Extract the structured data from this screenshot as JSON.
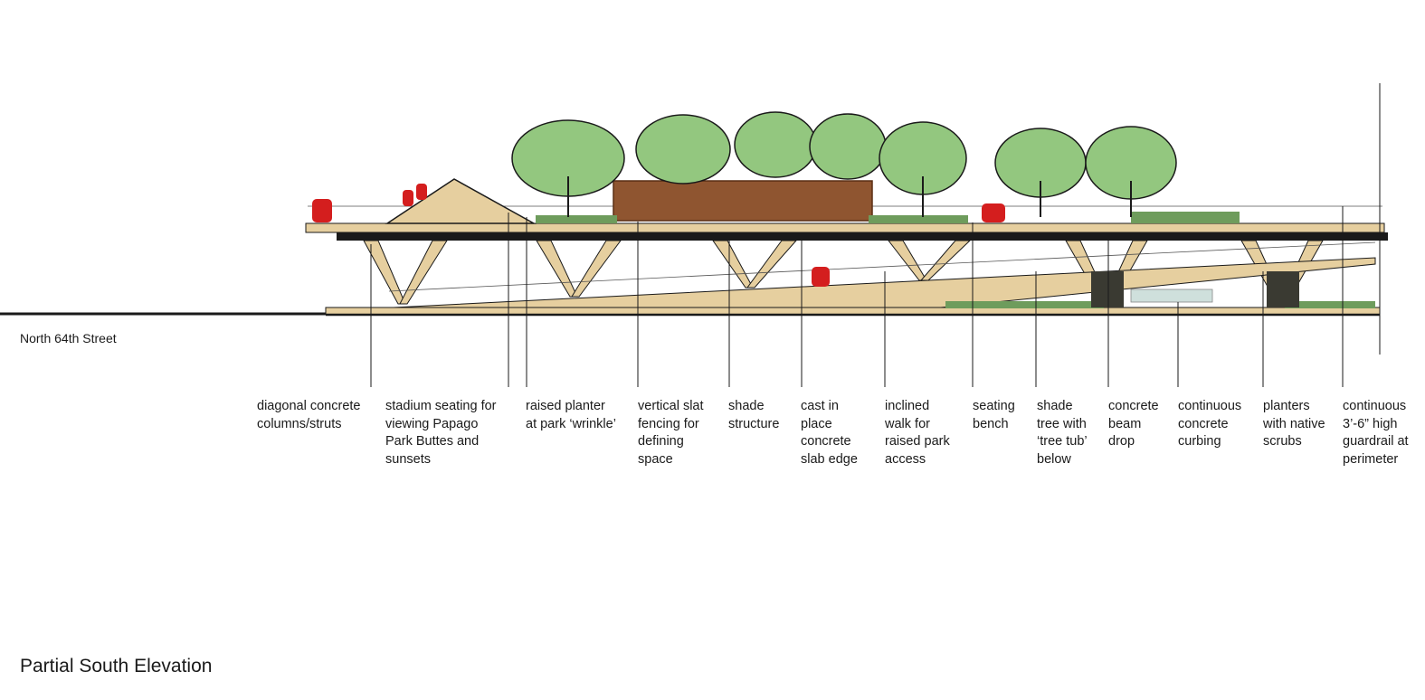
{
  "street_label": "North 64th Street",
  "title": "Partial South Elevation",
  "callouts": [
    "diagonal concrete\ncolumns/struts",
    "stadium seating for\nviewing Papago\nPark Buttes and\nsunsets",
    "raised planter\nat park ‘wrinkle’",
    "vertical slat\nfencing for\ndefining\n space",
    "shade\nstructure",
    "cast in\nplace\nconcrete\nslab edge",
    "inclined\nwalk for\nraised park\naccess",
    "seating\nbench",
    "shade\ntree with\n‘tree tub’\nbelow",
    "concrete\nbeam\ndrop",
    "continuous\nconcrete\ncurbing",
    "planters\nwith native\nscrubs",
    "continuous\n3’-6” high\nguardrail at\nperimeter"
  ],
  "colors": {
    "concrete": "#e6cf9f",
    "foliage": "#93c77f",
    "shade_structure": "#8f5530",
    "figures": "#d41e1e",
    "ink": "#1a1a1a"
  }
}
